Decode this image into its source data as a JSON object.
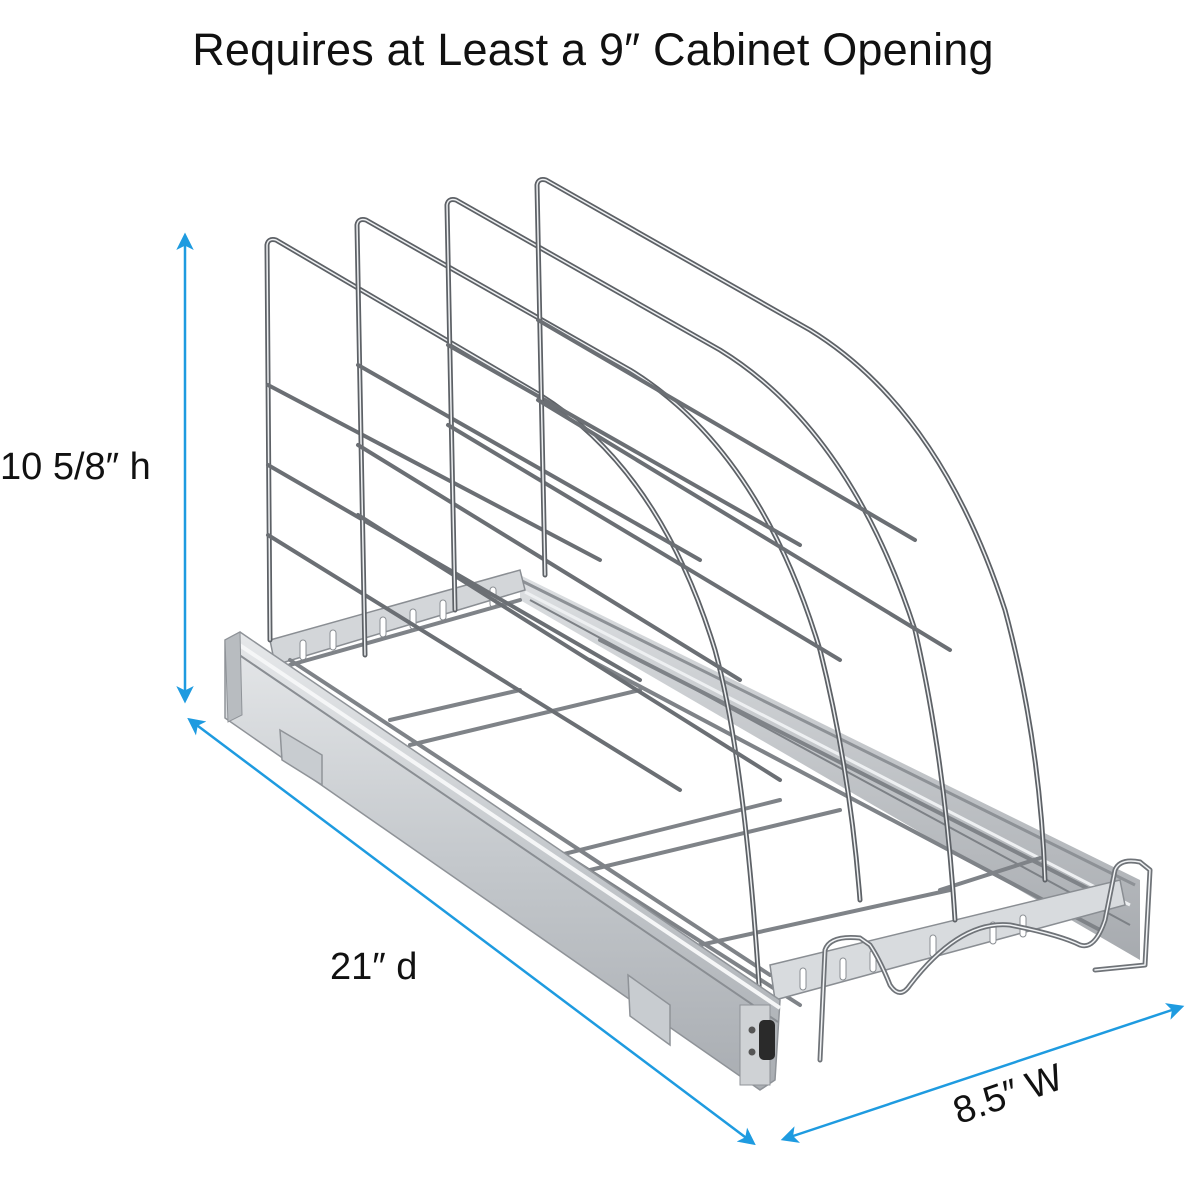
{
  "title": "Requires at Least a 9″ Cabinet Opening",
  "dimensions": {
    "height": {
      "label": "10 5/8″ h",
      "value": "10 5/8",
      "unit": "in",
      "axis": "height"
    },
    "depth": {
      "label": "21″ d",
      "value": "21",
      "unit": "in",
      "axis": "depth"
    },
    "width": {
      "label": "8.5″ W",
      "value": "8.5",
      "unit": "in",
      "axis": "width"
    }
  },
  "product": {
    "description": "Chrome pull-out wire organizer rack with 4 curved vertical dividers on a slide rail",
    "divider_count": 4,
    "icon": "wire-rack-product-image"
  },
  "colors": {
    "arrow": "#1E9BE0",
    "text": "#111111",
    "background": "#FFFFFF",
    "chrome_dark": "#5A5E63",
    "chrome_light": "#C9CDD1",
    "rail": "#BFC3C7"
  }
}
